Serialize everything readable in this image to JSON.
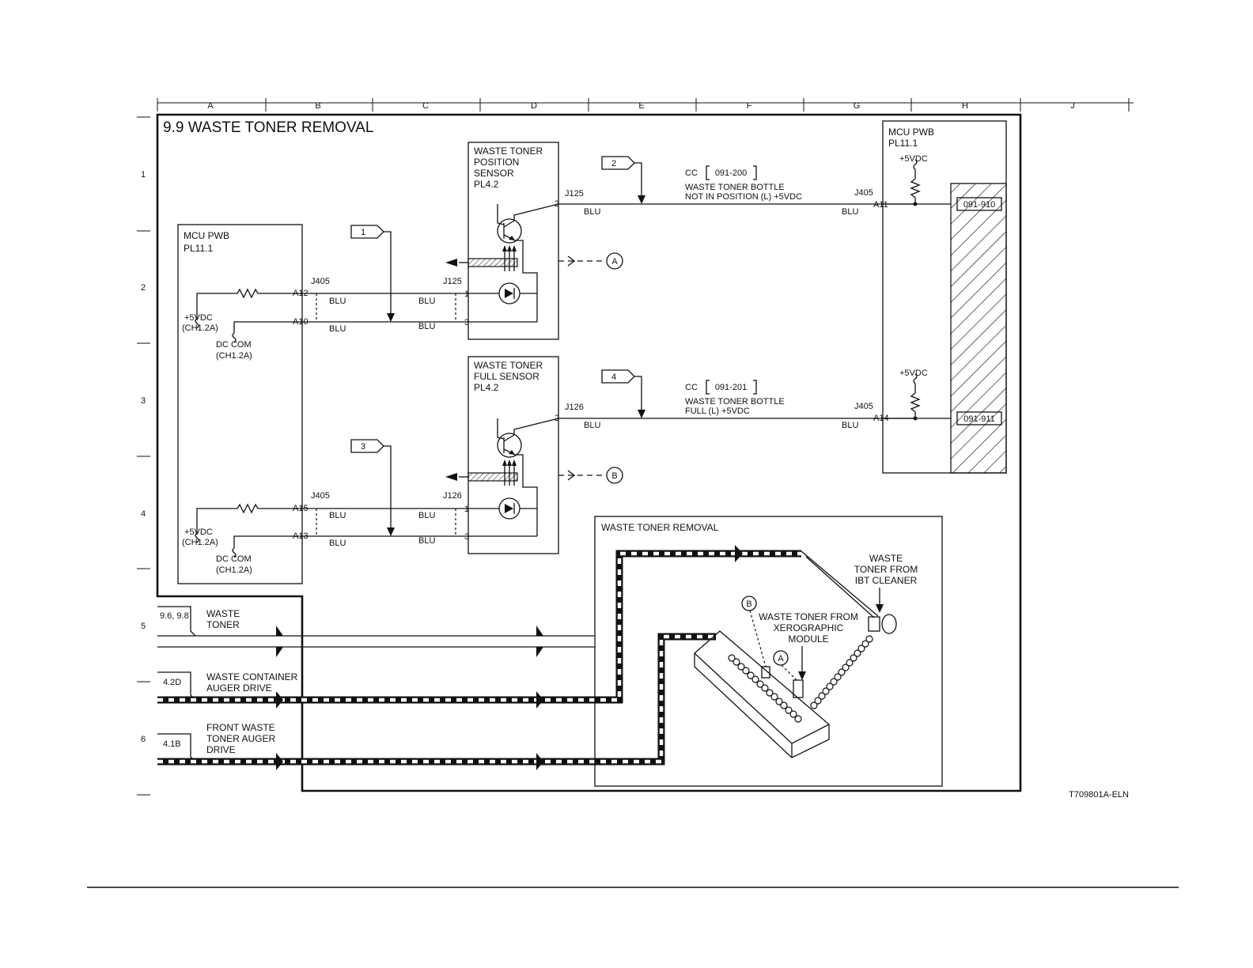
{
  "title": "9.9 WASTE TONER REMOVAL",
  "drawing_id": "T709801A-ELN",
  "grid": {
    "columns": [
      "A",
      "B",
      "C",
      "D",
      "E",
      "F",
      "G",
      "H",
      "J"
    ],
    "rows": [
      "1",
      "2",
      "3",
      "4",
      "5",
      "6"
    ]
  },
  "mcu_left": {
    "name": "MCU PWB",
    "pl": "PL11.1"
  },
  "mcu_right": {
    "name": "MCU PWB",
    "pl": "PL11.1"
  },
  "supply": "+5VDC",
  "ch_ref": "(CH1.2A)",
  "dc_com": "DC COM",
  "wire_color": "BLU",
  "position_sensor": {
    "line1": "WASTE TONER",
    "line2": "POSITION",
    "line3": "SENSOR",
    "pl": "PL4.2",
    "conn": "J125",
    "pin_a": "A12",
    "pin_b": "A10",
    "pin_out": "A11",
    "cc_label": "CC",
    "cc": "091-200",
    "desc1": "WASTE TONER BOTTLE",
    "desc2": "NOT IN POSITION (L) +5VDC",
    "status_code": "091-910",
    "flag1": "2",
    "flag_sig": "1",
    "out_ref": "A"
  },
  "full_sensor": {
    "line1": "WASTE TONER",
    "line2": "FULL SENSOR",
    "pl": "PL4.2",
    "conn": "J126",
    "pin_a": "A15",
    "pin_b": "A13",
    "pin_out": "A14",
    "cc_label": "CC",
    "cc": "091-201",
    "desc1": "WASTE TONER BOTTLE",
    "desc2": "FULL (L) +5VDC",
    "status_code": "091-911",
    "flag1": "4",
    "flag_sig": "3",
    "out_ref": "B"
  },
  "mcu_conn": "J405",
  "pins": {
    "one": "1",
    "two": "2",
    "three": "3"
  },
  "inputs": [
    {
      "ref": "9.6, 9.8",
      "line1": "WASTE",
      "line2": "TONER",
      "line3": ""
    },
    {
      "ref": "4.2D",
      "line1": "WASTE CONTAINER",
      "line2": "AUGER DRIVE",
      "line3": ""
    },
    {
      "ref": "4.1B",
      "line1": "FRONT WASTE",
      "line2": "TONER AUGER",
      "line3": "DRIVE"
    }
  ],
  "inset": {
    "title": "WASTE TONER REMOVAL",
    "ibt1": "WASTE",
    "ibt2": "TONER FROM",
    "ibt3": "IBT CLEANER",
    "xer1": "WASTE TONER FROM",
    "xer2": "XEROGRAPHIC",
    "xer3": "MODULE",
    "ref_a": "A",
    "ref_b": "B"
  }
}
